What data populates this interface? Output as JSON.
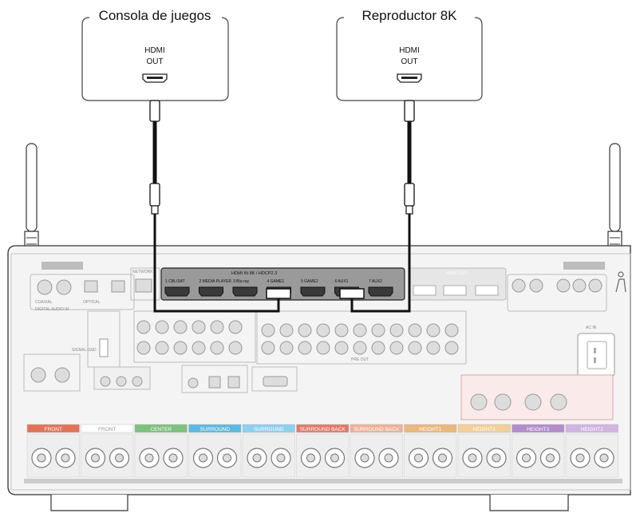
{
  "devices": {
    "left": {
      "title": "Consola de juegos",
      "port_line1": "HDMI",
      "port_line2": "OUT"
    },
    "right": {
      "title": "Reproductor 8K",
      "port_line1": "HDMI",
      "port_line2": "OUT"
    }
  },
  "receiver": {
    "hdmi_in_header": "HDMI IN    8K / HDCP2.3",
    "hdmi_inputs": [
      "1 CBL/SAT",
      "2 MEDIA PLAYER",
      "3 Blu-ray",
      "4 GAME1",
      "5 GAME2",
      "6 AUX1",
      "7 AUX2"
    ],
    "hdmi_out_label": "HDMI OUT",
    "ac_in": "AC IN",
    "pre_out": "PRE OUT",
    "signal_gnd": "SIGNAL GND",
    "speaker_labels": [
      "FRONT",
      "FRONT",
      "CENTER",
      "SURROUND",
      "SURROUND",
      "SURROUND BACK",
      "SURROUND BACK",
      "HEIGHT1",
      "HEIGHT1",
      "HEIGHT2",
      "HEIGHT2"
    ],
    "speaker_colors": [
      "#e0745a",
      "#ffffff",
      "#7fbf7f",
      "#5fb8e0",
      "#8fd0ee",
      "#e07a6a",
      "#eeb199",
      "#e9b880",
      "#f2d09b",
      "#b48ccc",
      "#d1b4e0"
    ]
  }
}
